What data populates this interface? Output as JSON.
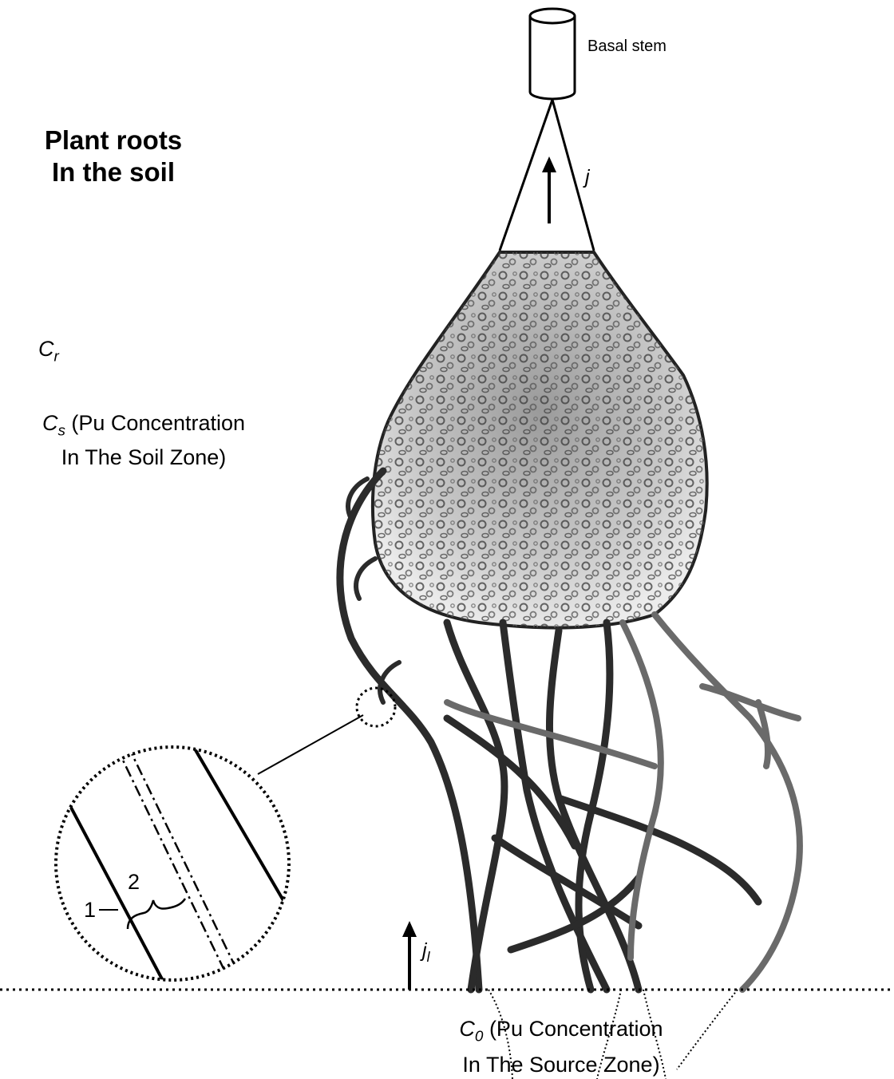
{
  "title": {
    "line1": "Plant roots",
    "line2": "In the soil"
  },
  "stem_label": "Basal stem",
  "flux": {
    "j_symbol": "j",
    "jl_symbol": "j",
    "jl_subscript": "l"
  },
  "cr": {
    "symbol": "C",
    "subscript": "r"
  },
  "cs": {
    "symbol": "C",
    "subscript": "s",
    "line1_rest": " (Pu Concentration",
    "line2": "In The Soil Zone)"
  },
  "c0": {
    "symbol": "C",
    "subscript": "0",
    "line1_rest": " (Pu Concentration",
    "line2": "In The Source Zone)"
  },
  "inset": {
    "label_1": "1",
    "label_2": "2"
  },
  "colors": {
    "ink": "#000000",
    "root_dark": "#2b2b2b",
    "root_light": "#8a8a8a",
    "mass_fill": "#bdbdbd"
  }
}
